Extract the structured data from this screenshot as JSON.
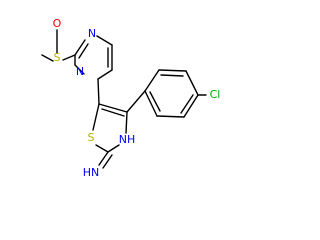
{
  "atoms": {
    "o": {
      "label": "O",
      "color": "#ff0000"
    },
    "s_sulfinyl": {
      "label": "S",
      "color": "#b2b200"
    },
    "n_top": {
      "label": "N",
      "color": "#0000ff"
    },
    "n_left": {
      "label": "N",
      "color": "#0000ff"
    },
    "s_thiazole": {
      "label": "S",
      "color": "#b2b200"
    },
    "nh": {
      "label": "NH",
      "color": "#0000ff"
    },
    "hn_amine": {
      "label": "HN",
      "color": "#0000ff"
    },
    "cl": {
      "label": "Cl",
      "color": "#00aa00"
    }
  }
}
